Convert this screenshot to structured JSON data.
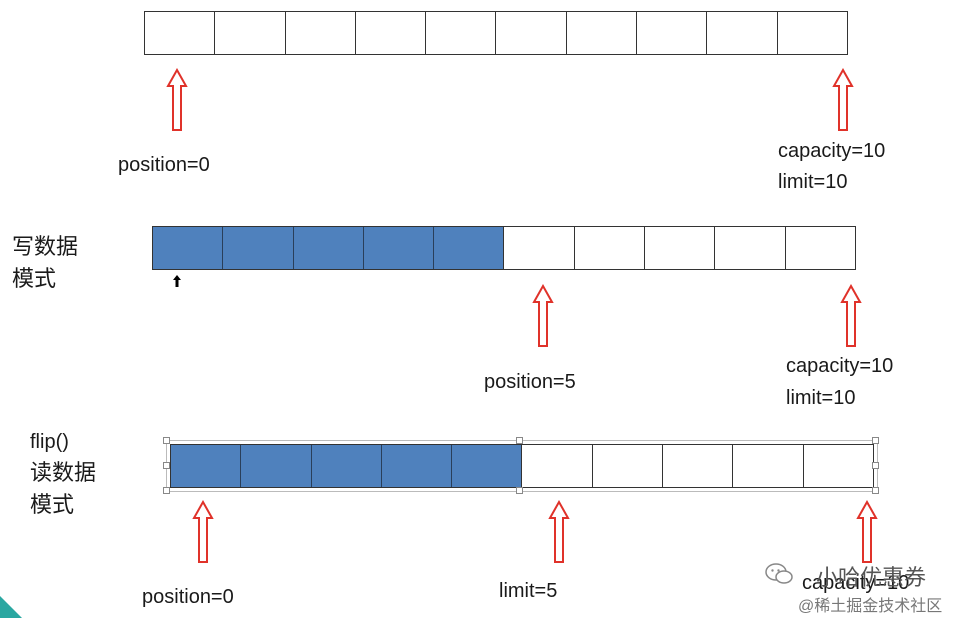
{
  "colors": {
    "filled_cell": "#4f81bd",
    "arrow": "#e0322a",
    "border": "#333333"
  },
  "row1": {
    "cells_total": 10,
    "cells_filled": 0,
    "pointer_left": "position=0",
    "pointer_right_1": "capacity=10",
    "pointer_right_2": "limit=10"
  },
  "row2": {
    "mode_line1": "写数据",
    "mode_line2": "模式",
    "cells_total": 10,
    "cells_filled": 5,
    "pointer_mid": "position=5",
    "pointer_right_1": "capacity=10",
    "pointer_right_2": "limit=10"
  },
  "row3": {
    "mode_line1": "flip()",
    "mode_line2": "读数据",
    "mode_line3": "模式",
    "cells_total": 10,
    "cells_filled": 5,
    "pointer_left": "position=0",
    "pointer_mid": "limit=5",
    "pointer_right": "capacity=10"
  },
  "watermark": {
    "line1": "小哈优惠券",
    "line2": "@稀土掘金技术社区",
    "icon": "wechat-icon"
  }
}
